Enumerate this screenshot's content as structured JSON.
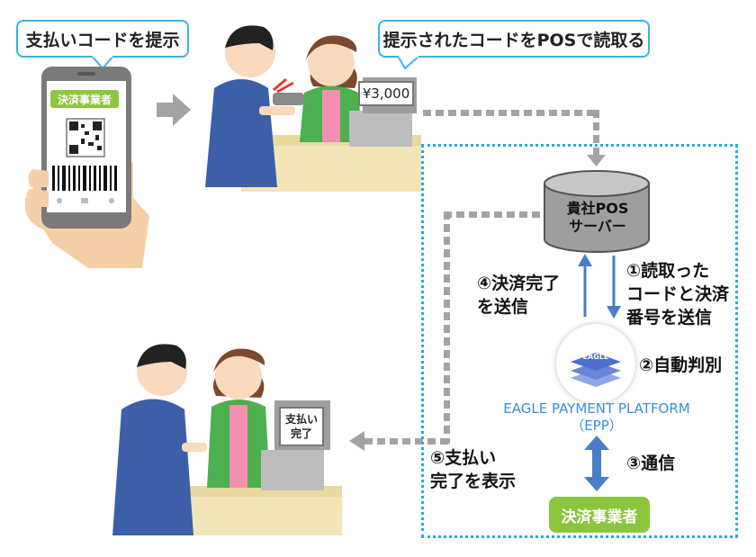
{
  "bubbles": {
    "present_code": "支払いコードを提示",
    "pos_read": "提示されたコードをPOSで読取る"
  },
  "phone": {
    "merchant_label": "決済事業者"
  },
  "register": {
    "price": "¥3,000",
    "complete_line1": "支払い",
    "complete_line2": "完了"
  },
  "pos_server": {
    "line1": "貴社POS",
    "line2": "サーバー"
  },
  "steps": {
    "step1_line1": "①読取った",
    "step1_line2": "コードと決済",
    "step1_line3": "番号を送信",
    "step2": "②自動判別",
    "step3": "③通信",
    "step4_line1": "④決済完了",
    "step4_line2": "を送信",
    "step5_line1": "⑤支払い",
    "step5_line2": "完了を表示"
  },
  "platform": {
    "logo_text": "EAGLE",
    "name_line1": "EAGLE PAYMENT PLATFORM",
    "name_line2": "（EPP）"
  },
  "merchant_button": "決済事業者",
  "colors": {
    "bubble_border": "#3bb4e6",
    "arrow_blue": "#4a7ec9",
    "green": "#8cc63f",
    "dotted_gray": "#a3a3a3",
    "epp_box": "#29a8e0",
    "platform_text": "#3b8fd0"
  }
}
